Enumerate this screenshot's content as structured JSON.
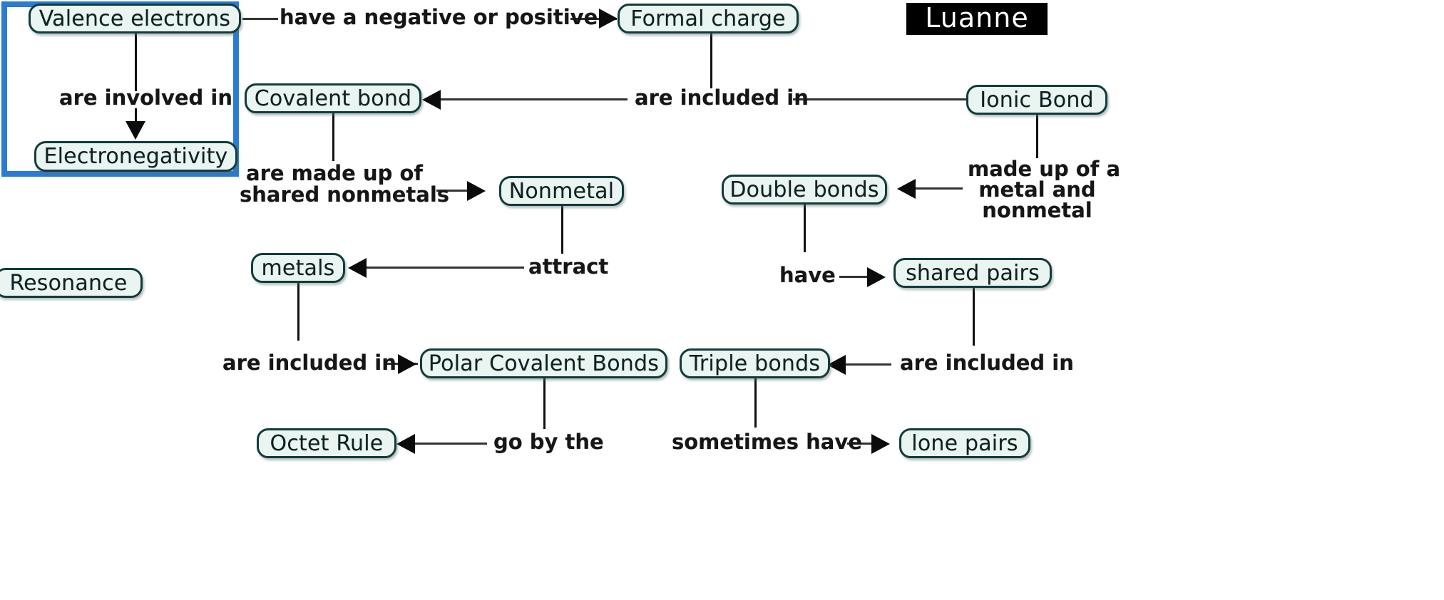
{
  "author_chip": {
    "label": "Luanne"
  },
  "nodes": [
    {
      "id": "valence-electrons",
      "label": "Valence electrons"
    },
    {
      "id": "electronegativity",
      "label": "Electronegativity"
    },
    {
      "id": "formal-charge",
      "label": "Formal charge"
    },
    {
      "id": "covalent-bond",
      "label": "Covalent bond"
    },
    {
      "id": "ionic-bond",
      "label": "Ionic Bond"
    },
    {
      "id": "nonmetal",
      "label": "Nonmetal"
    },
    {
      "id": "double-bonds",
      "label": "Double bonds"
    },
    {
      "id": "resonance",
      "label": "Resonance"
    },
    {
      "id": "metals",
      "label": "metals"
    },
    {
      "id": "shared-pairs",
      "label": "shared pairs"
    },
    {
      "id": "polar-covalent-bonds",
      "label": "Polar Covalent Bonds"
    },
    {
      "id": "triple-bonds",
      "label": "Triple bonds"
    },
    {
      "id": "octet-rule",
      "label": "Octet Rule"
    },
    {
      "id": "lone-pairs",
      "label": "lone pairs"
    }
  ],
  "link_labels": [
    {
      "id": "have-a-negative-or-positive",
      "text": "have a negative or positive"
    },
    {
      "id": "are-involved-in",
      "text": "are involved in"
    },
    {
      "id": "are-included-in-top",
      "text": "are included in"
    },
    {
      "id": "are-made-up-of-shared-nonmetals-1",
      "text": "are made up of"
    },
    {
      "id": "are-made-up-of-shared-nonmetals-2",
      "text": "shared nonmetals"
    },
    {
      "id": "made-up-of-a-metal-and-nonmetal-1",
      "text": "made up of a"
    },
    {
      "id": "made-up-of-a-metal-and-nonmetal-2",
      "text": "metal and"
    },
    {
      "id": "made-up-of-a-metal-and-nonmetal-3",
      "text": "nonmetal"
    },
    {
      "id": "attract",
      "text": "attract"
    },
    {
      "id": "have",
      "text": "have"
    },
    {
      "id": "are-included-in-left",
      "text": "are included in"
    },
    {
      "id": "are-included-in-right",
      "text": "are included in"
    },
    {
      "id": "go-by-the",
      "text": "go by the"
    },
    {
      "id": "sometimes-have",
      "text": "sometimes have"
    }
  ],
  "colors": {
    "node_fill": "#eaf4f1",
    "node_border": "#123c3c",
    "selection": "#2b7bd4",
    "author_chip_bg": "#000000",
    "author_chip_fg": "#ffffff",
    "connector": "#111111",
    "canvas_bg": "#ffffff"
  }
}
